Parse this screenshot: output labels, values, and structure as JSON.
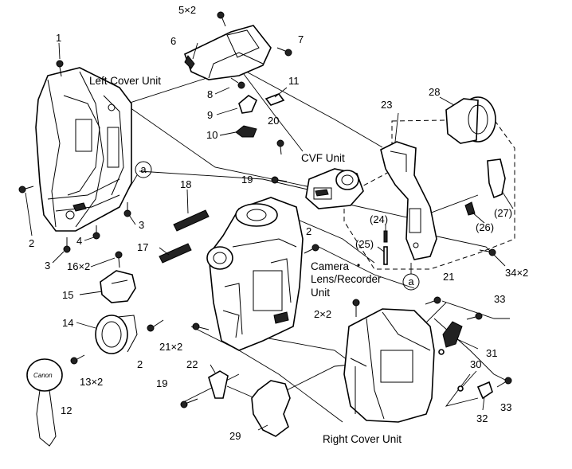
{
  "units": {
    "left_cover": "Left Cover Unit",
    "cvf": "CVF Unit",
    "camera_line1": "Camera",
    "camera_line2": "Lens/Recorder",
    "camera_line3": "Unit",
    "right_cover": "Right Cover Unit"
  },
  "callouts": {
    "p1": "1",
    "p2a": "2",
    "p2b": "2",
    "p2c": "2",
    "p2x2": "2×2",
    "p3a": "3",
    "p3b": "3",
    "p4": "4",
    "p5x2": "5×2",
    "p6": "6",
    "p7": "7",
    "p8": "8",
    "p9": "9",
    "p10": "10",
    "p11": "11",
    "p12": "12",
    "p13x2": "13×2",
    "p14": "14",
    "p15": "15",
    "p16x2": "16×2",
    "p17": "17",
    "p18": "18",
    "p19a": "19",
    "p19b": "19",
    "p20": "20",
    "p21": "21",
    "p21x2": "21×2",
    "p22": "22",
    "p23": "23",
    "p24": "(24)",
    "p25": "(25)",
    "p26": "(26)",
    "p27": "(27)",
    "p28": "28",
    "p29": "29",
    "p30": "30",
    "p31": "31",
    "p32": "32",
    "p33a": "33",
    "p33b": "33",
    "p34x2": "34×2",
    "ref_a1": "a",
    "ref_a2": "a"
  }
}
